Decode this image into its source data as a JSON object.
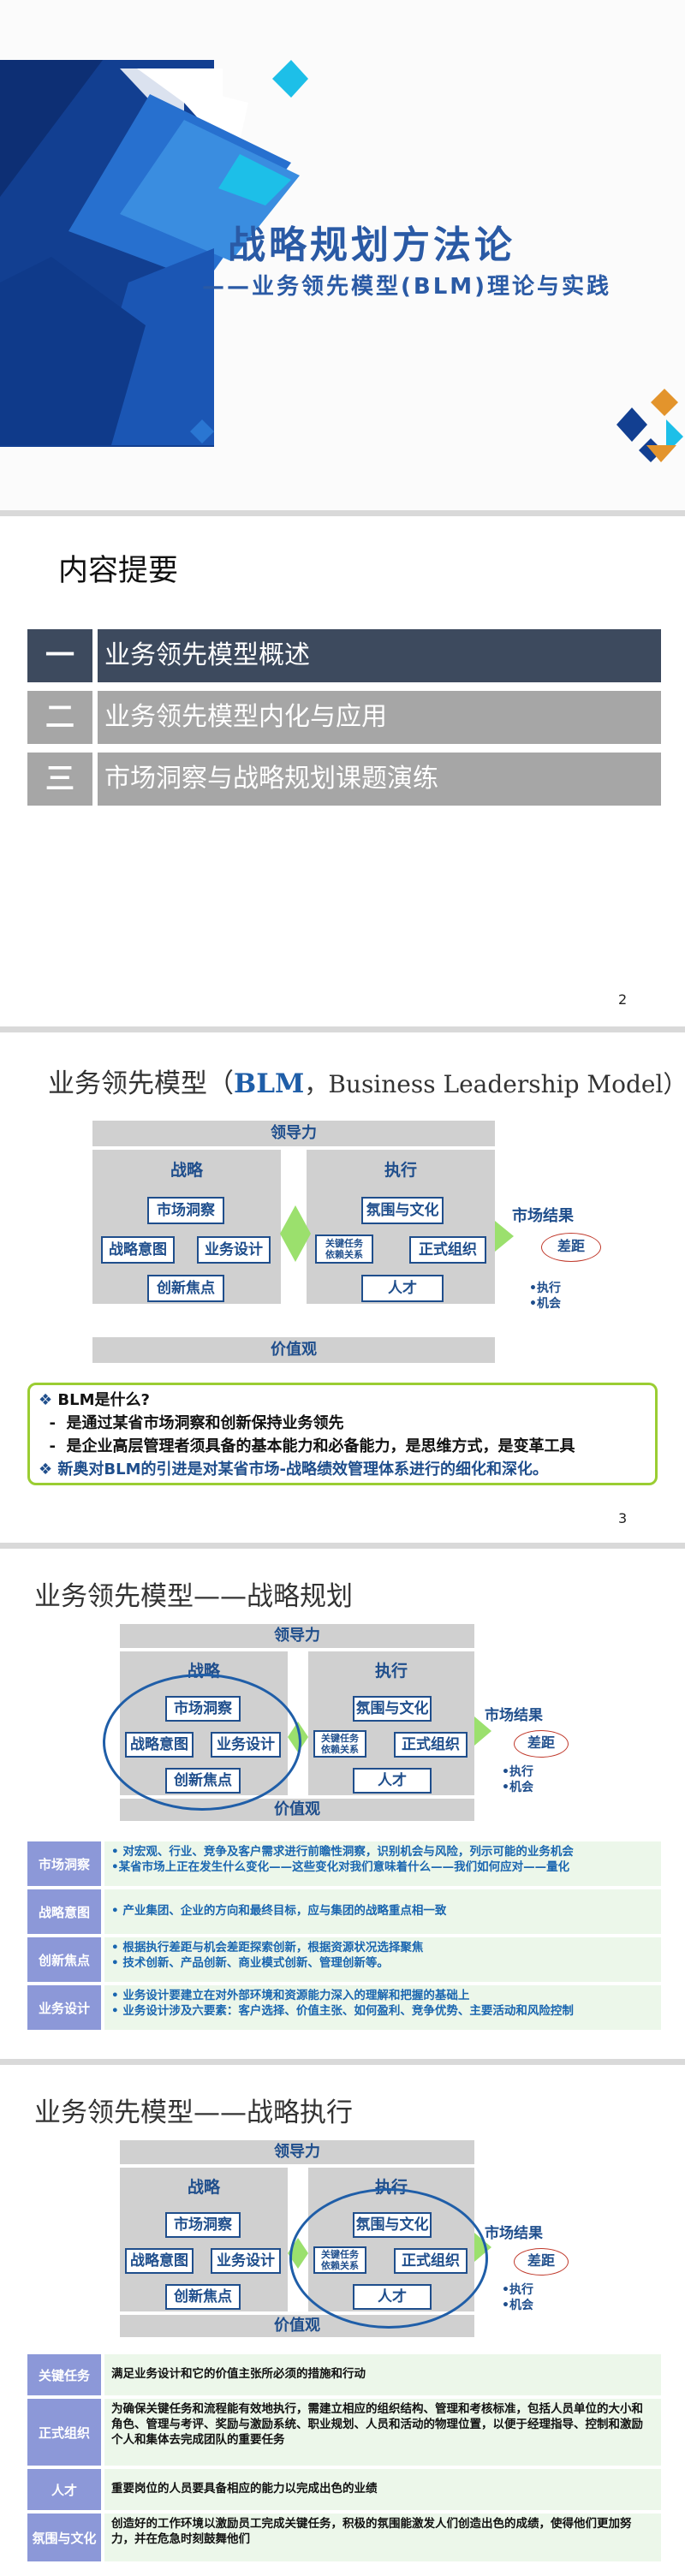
{
  "slide1": {
    "title": "战略规划方法论",
    "subtitle": "——业务领先模型(BLM)理论与实践"
  },
  "slide2": {
    "heading": "内容提要",
    "items": [
      {
        "num": "一",
        "label": "业务领先模型概述",
        "active": true
      },
      {
        "num": "二",
        "label": "业务领先模型内化与应用",
        "active": false
      },
      {
        "num": "三",
        "label": "市场洞察与战略规划课题演练",
        "active": false
      }
    ],
    "page": "2"
  },
  "diagram": {
    "leadership": "领导力",
    "values": "价值观",
    "strategy": "战略",
    "execution": "执行",
    "market_insight": "市场洞察",
    "strategic_intent": "战略意图",
    "business_design": "业务设计",
    "innovation_focus": "创新焦点",
    "climate_culture": "氛围与文化",
    "critical_tasks": "关键任务\n依赖关系",
    "formal_org": "正式组织",
    "talent": "人才",
    "market_result": "市场结果",
    "gap": "差距",
    "gap_items": [
      "•执行",
      "•机会"
    ]
  },
  "slide3": {
    "title_prefix": "业务领先模型（",
    "title_blm": "BLM",
    "title_rest": "，Business Leadership Model）",
    "q": "BLM是什么?",
    "a1": "是通过某省市场洞察和创新保持业务领先",
    "a2": "是企业高层管理者须具备的基本能力和必备能力，是思维方式，是变革工具",
    "a3": "新奥对BLM的引进是对某省市场-战略绩效管理体系进行的细化和深化。",
    "page": "3"
  },
  "slide4": {
    "title": "业务领先模型——战略规划",
    "rows": [
      {
        "label": "市场洞察",
        "text": "• 对宏观、行业、竞争及客户需求进行前瞻性洞察，识别机会与风险，列示可能的业务机会\n•某省市场上正在发生什么变化——这些变化对我们意味着什么——我们如何应对——量化"
      },
      {
        "label": "战略意图",
        "text": "• 产业集团、企业的方向和最终目标，应与集团的战略重点相一致"
      },
      {
        "label": "创新焦点",
        "text": "• 根据执行差距与机会差距探索创新，根据资源状况选择聚焦\n• 技术创新、产品创新、商业模式创新、管理创新等。"
      },
      {
        "label": "业务设计",
        "text": "• 业务设计要建立在对外部环境和资源能力深入的理解和把握的基础上\n• 业务设计涉及六要素：客户选择、价值主张、如何盈利、竞争优势、主要活动和风险控制"
      }
    ]
  },
  "slide5": {
    "title": "业务领先模型——战略执行",
    "rows": [
      {
        "label": "关键任务",
        "text": "满足业务设计和它的价值主张所必须的措施和行动"
      },
      {
        "label": "正式组织",
        "text": "为确保关键任务和流程能有效地执行，需建立相应的组织结构、管理和考核标准，包括人员单位的大小和角色、管理与考评、奖励与激励系统、职业规划、人员和活动的物理位置，以便于经理指导、控制和激励个人和集体去完成团队的重要任务"
      },
      {
        "label": "人才",
        "text": "重要岗位的人员要具备相应的能力以完成出色的业绩"
      },
      {
        "label": "氛围与文化",
        "text": "创造好的工作环境以激励员工完成关键任务，积极的氛围能激发人们创造出色的成绩，使得他们更加努力，并在危急时刻鼓舞他们"
      }
    ]
  }
}
